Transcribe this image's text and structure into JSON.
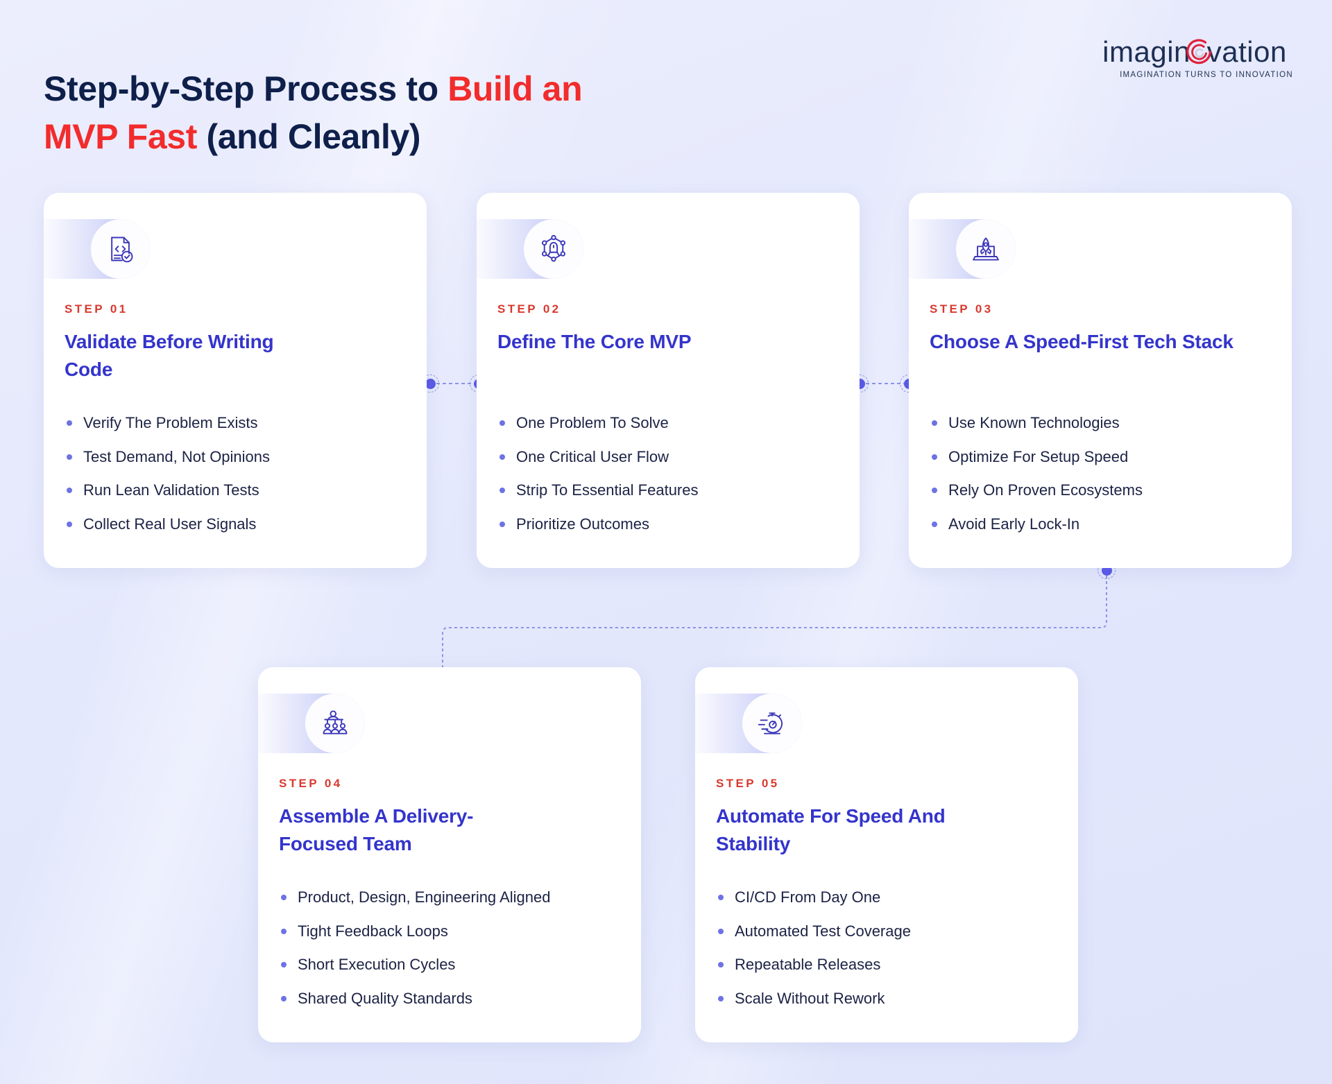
{
  "header": {
    "title_part1": "Step-by-Step Process to ",
    "title_highlight1": "Build an",
    "title_highlight2": "MVP Fast",
    "title_part2": " (and Cleanly)"
  },
  "logo": {
    "name_before_o": "imagin",
    "name_o": "o",
    "name_after_o": "vation",
    "tagline": "IMAGINATION TURNS TO INNOVATION",
    "accent_color": "#e0203c"
  },
  "colors": {
    "background": "#e3e7fb",
    "card": "#ffffff",
    "title_dark": "#0e1f4a",
    "title_red": "#f22c2c",
    "step_label_red": "#d8392f",
    "card_title_indigo": "#3434cc",
    "bullet_text": "#1b2244",
    "bullet_dot": "#6d72e4",
    "connector": "#8d93e6",
    "node_fill": "#5a5ae8"
  },
  "cards": [
    {
      "id": "step-01",
      "icon": "code-document-check-icon",
      "step": "STEP 01",
      "title": "Validate Before Writing Code",
      "bullets": [
        "Verify The Problem Exists",
        "Test Demand, Not Opinions",
        "Run Lean Validation Tests",
        "Collect Real User Signals"
      ]
    },
    {
      "id": "step-02",
      "icon": "hexagon-network-rocket-icon",
      "step": "STEP 02",
      "title": "Define The Core MVP",
      "bullets": [
        "One Problem To Solve",
        "One Critical User Flow",
        "Strip To Essential Features",
        "Prioritize Outcomes"
      ]
    },
    {
      "id": "step-03",
      "icon": "laptop-rocket-launch-icon",
      "step": "STEP 03",
      "title": "Choose A Speed-First Tech Stack",
      "bullets": [
        "Use Known Technologies",
        "Optimize For Setup Speed",
        "Rely On Proven Ecosystems",
        "Avoid Early Lock-In"
      ]
    },
    {
      "id": "step-04",
      "icon": "team-group-people-icon",
      "step": "STEP 04",
      "title": "Assemble A Delivery-Focused Team",
      "bullets": [
        "Product, Design, Engineering Aligned",
        "Tight Feedback Loops",
        "Short Execution Cycles",
        "Shared Quality Standards"
      ]
    },
    {
      "id": "step-05",
      "icon": "stopwatch-speed-icon",
      "step": "STEP 05",
      "title": "Automate For Speed And Stability",
      "bullets": [
        "CI/CD From Day One",
        "Automated Test Coverage",
        "Repeatable Releases",
        "Scale Without Rework"
      ]
    }
  ]
}
